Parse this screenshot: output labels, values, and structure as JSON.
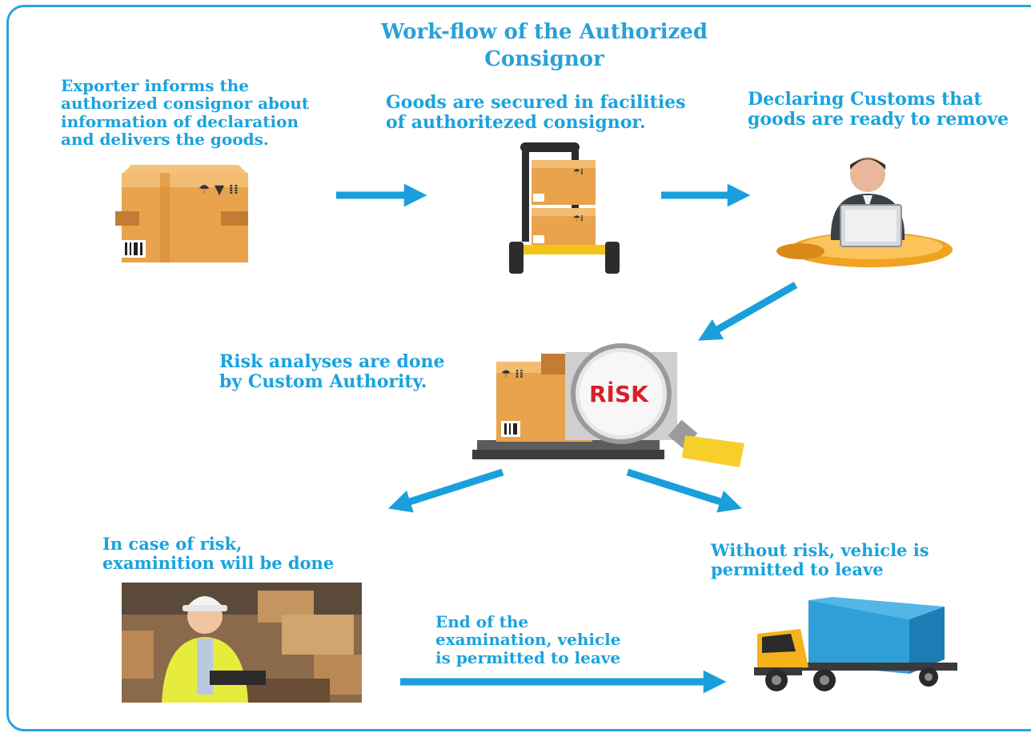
{
  "title": {
    "line1": "Work-flow of the Authorized",
    "line2": "Consignor"
  },
  "steps": {
    "exporter": {
      "lines": [
        "Exporter informs the",
        "authorized consignor about",
        "information of declaration",
        "and delivers the goods."
      ]
    },
    "secured": {
      "lines": [
        "Goods are secured in facilities",
        "of authoritezed consignor."
      ]
    },
    "declaring": {
      "lines": [
        "Declaring Customs that",
        "goods are ready to remove"
      ]
    },
    "risk_analysis": {
      "lines": [
        "Risk analyses are done",
        "by Custom Authority."
      ]
    },
    "in_case_of_risk": {
      "lines": [
        "In case of risk,",
        "examinition will be done"
      ]
    },
    "without_risk": {
      "lines": [
        "Without risk, vehicle is",
        "permitted to leave"
      ]
    },
    "end_examination": {
      "lines": [
        "End of the",
        "examination, vehicle",
        "is permitted to leave"
      ]
    }
  },
  "risk_label": "RİSK",
  "colors": {
    "text": "#1aa3dd",
    "arrow": "#1a9fdc",
    "border": "#29a3dd",
    "box": "#e7a24a",
    "risk_text": "#d81f26"
  },
  "icons": [
    "box-icon",
    "hand-truck-icon",
    "person-laptop-icon",
    "risk-magnifier-icon",
    "worker-photo",
    "truck-icon"
  ]
}
